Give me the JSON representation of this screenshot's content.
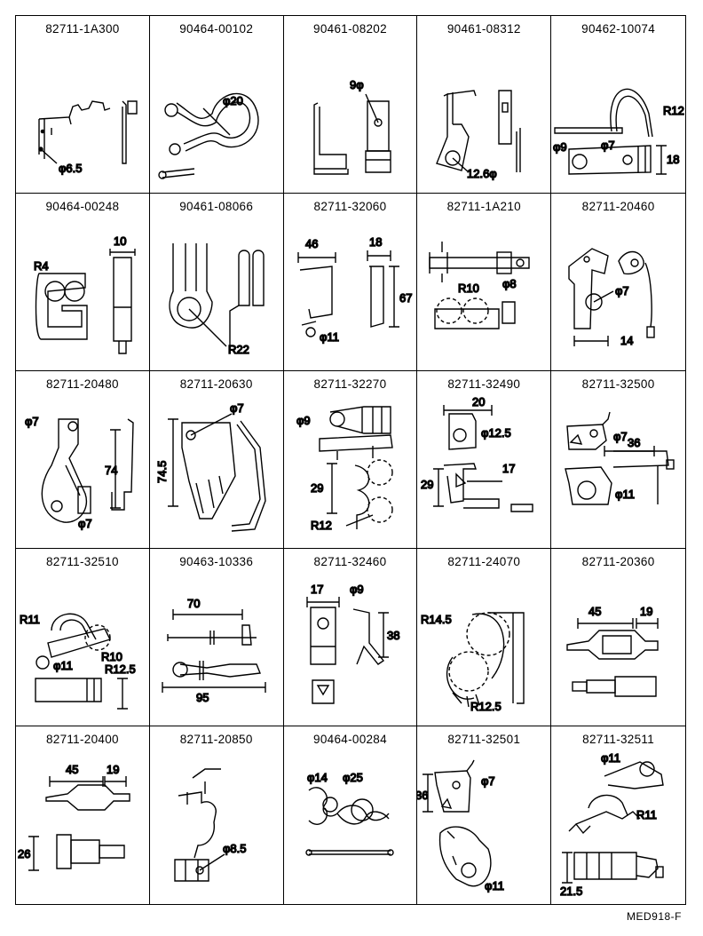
{
  "footer_code": "MED918-F",
  "parts": [
    {
      "pn": "82711-1A300",
      "dims": [
        "φ6.5"
      ]
    },
    {
      "pn": "90464-00102",
      "dims": [
        "φ20"
      ]
    },
    {
      "pn": "90461-08202",
      "dims": [
        "9φ"
      ]
    },
    {
      "pn": "90461-08312",
      "dims": [
        "12.6φ"
      ]
    },
    {
      "pn": "90462-10074",
      "dims": [
        "R12",
        "φ9",
        "φ7",
        "18"
      ]
    },
    {
      "pn": "90464-00248",
      "dims": [
        "R4",
        "10"
      ]
    },
    {
      "pn": "90461-08066",
      "dims": [
        "R22"
      ]
    },
    {
      "pn": "82711-32060",
      "dims": [
        "46",
        "18",
        "67",
        "φ11"
      ]
    },
    {
      "pn": "82711-1A210",
      "dims": [
        "R10",
        "φ8"
      ]
    },
    {
      "pn": "82711-20460",
      "dims": [
        "φ7",
        "14"
      ]
    },
    {
      "pn": "82711-20480",
      "dims": [
        "φ7",
        "74",
        "φ7"
      ]
    },
    {
      "pn": "82711-20630",
      "dims": [
        "φ7",
        "74.5"
      ]
    },
    {
      "pn": "82711-32270",
      "dims": [
        "φ9",
        "29",
        "R12"
      ]
    },
    {
      "pn": "82711-32490",
      "dims": [
        "20",
        "φ12.5",
        "17",
        "29"
      ]
    },
    {
      "pn": "82711-32500",
      "dims": [
        "φ7",
        "36",
        "φ11"
      ]
    },
    {
      "pn": "82711-32510",
      "dims": [
        "R11",
        "R10",
        "φ11",
        "R12.5"
      ]
    },
    {
      "pn": "90463-10336",
      "dims": [
        "70",
        "95"
      ]
    },
    {
      "pn": "82711-32460",
      "dims": [
        "17",
        "φ9",
        "38"
      ]
    },
    {
      "pn": "82711-24070",
      "dims": [
        "R14.5",
        "R12.5"
      ]
    },
    {
      "pn": "82711-20360",
      "dims": [
        "45",
        "19"
      ]
    },
    {
      "pn": "82711-20400",
      "dims": [
        "45",
        "19",
        "26"
      ]
    },
    {
      "pn": "82711-20850",
      "dims": [
        "φ8.5"
      ]
    },
    {
      "pn": "90464-00284",
      "dims": [
        "φ14",
        "φ25"
      ]
    },
    {
      "pn": "82711-32501",
      "dims": [
        "36",
        "φ7",
        "φ11"
      ]
    },
    {
      "pn": "82711-32511",
      "dims": [
        "φ11",
        "R11",
        "21.5"
      ]
    }
  ]
}
